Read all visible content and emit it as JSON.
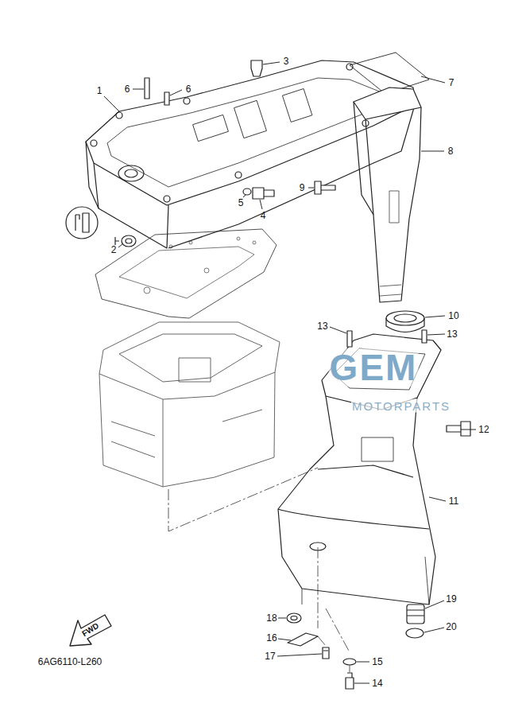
{
  "diagram": {
    "labels": [
      "6",
      "6",
      "3",
      "1",
      "7",
      "8",
      "9",
      "5",
      "4",
      "2",
      "10",
      "13",
      "13",
      "12",
      "11",
      "19",
      "18",
      "20",
      "16",
      "15",
      "17",
      "14",
      "FWD",
      "6AG6110-L260",
      "GEM",
      "MOTORPARTS"
    ]
  }
}
